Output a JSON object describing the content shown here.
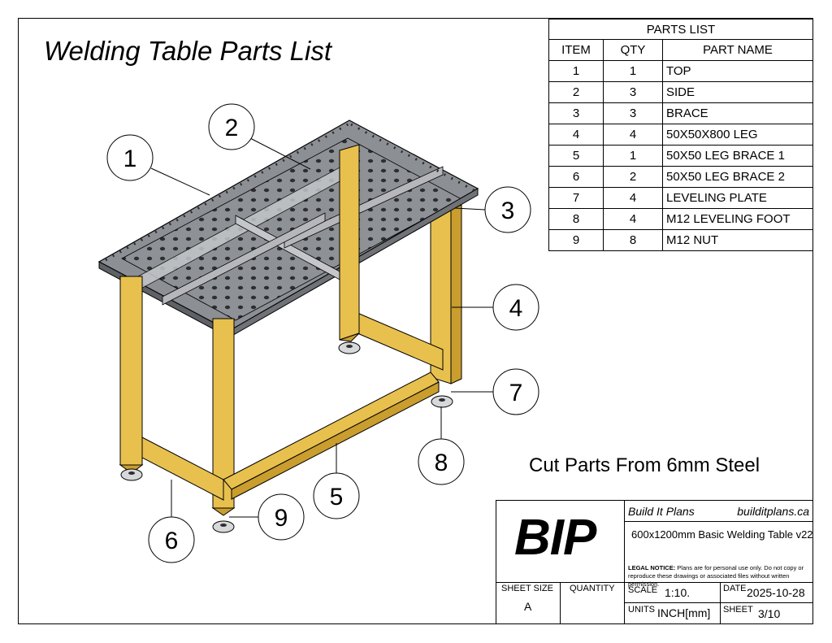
{
  "title": "Welding Table Parts List",
  "cut_note": "Cut Parts From 6mm Steel",
  "parts_list": {
    "caption": "PARTS LIST",
    "headers": {
      "item": "ITEM",
      "qty": "QTY",
      "name": "PART NAME"
    },
    "rows": [
      {
        "item": "1",
        "qty": "1",
        "name": "TOP"
      },
      {
        "item": "2",
        "qty": "3",
        "name": "SIDE"
      },
      {
        "item": "3",
        "qty": "3",
        "name": "BRACE"
      },
      {
        "item": "4",
        "qty": "4",
        "name": "50X50X800 LEG"
      },
      {
        "item": "5",
        "qty": "1",
        "name": "50X50 LEG BRACE 1"
      },
      {
        "item": "6",
        "qty": "2",
        "name": "50X50 LEG BRACE 2"
      },
      {
        "item": "7",
        "qty": "4",
        "name": "LEVELING PLATE"
      },
      {
        "item": "8",
        "qty": "4",
        "name": "M12 LEVELING FOOT"
      },
      {
        "item": "9",
        "qty": "8",
        "name": "M12 NUT"
      }
    ]
  },
  "balloons": [
    "1",
    "2",
    "3",
    "4",
    "5",
    "6",
    "7",
    "8",
    "9"
  ],
  "title_block": {
    "logo": "BIP",
    "company": "Build It Plans",
    "website": "builditplans.ca",
    "drawing_name": "600x1200mm Basic Welding Table v22",
    "legal_label": "LEGAL NOTICE:",
    "legal_text": "Plans are for personal use only. Do not copy or reproduce these drawings or associated files without written permission.",
    "sheet_size_label": "SHEET SIZE",
    "sheet_size": "A",
    "quantity_label": "QUANTITY",
    "quantity": "",
    "scale_label": "SCALE",
    "scale": "1:10.",
    "date_label": "DATE",
    "date": "2025-10-28",
    "units_label": "UNITS",
    "units": "INCH[mm]",
    "sheet_label": "SHEET",
    "sheet": "3/10"
  },
  "colors": {
    "steel_top": "#8c8f94",
    "steel_dark": "#5e6166",
    "steel_light": "#c4c6c9",
    "leg_yellow": "#e8c04e",
    "leg_shadow": "#c99d2e",
    "line": "#000000"
  }
}
